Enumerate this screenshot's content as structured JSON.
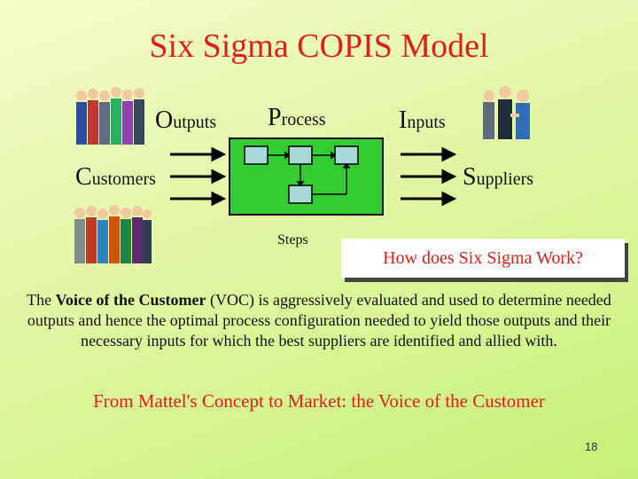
{
  "title": "Six Sigma COPIS Model",
  "labels": {
    "outputs_initial": "O",
    "outputs_rest": "utputs",
    "process_initial": "P",
    "process_rest": "rocess",
    "inputs_initial": "I",
    "inputs_rest": "nputs",
    "customers_initial": "C",
    "customers_rest": "ustomers",
    "suppliers_initial": "S",
    "suppliers_rest": "uppliers",
    "steps": "Steps"
  },
  "callout": "How does Six Sigma Work?",
  "body": {
    "part1": "The ",
    "bold": "Voice of the Customer",
    "part2": " (VOC) is aggressively evaluated and used to determine needed outputs  and hence the optimal process configuration needed to yield those outputs and their necessary inputs for which the best suppliers are identified and allied with."
  },
  "source": "From Mattel's Concept to Market: the Voice of the Customer",
  "page_number": "18",
  "colors": {
    "title": "#e0201b",
    "process_box": "#33cc33",
    "step_box": "#a9d8d8"
  }
}
